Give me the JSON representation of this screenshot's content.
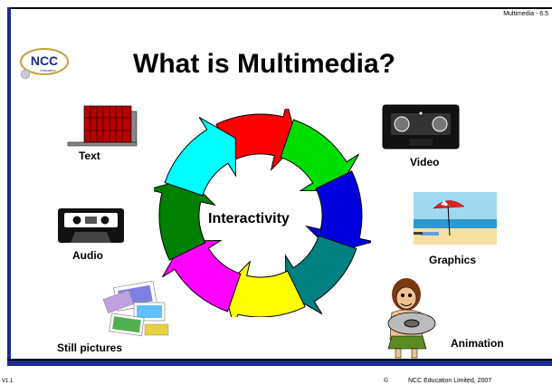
{
  "header": {
    "slide_ref": "Multimedia - 6.5"
  },
  "title": "What is Multimedia?",
  "logo": {
    "text": "NCC",
    "subtext": "education"
  },
  "center": "Interactivity",
  "items": {
    "text": "Text",
    "video": "Video",
    "audio": "Audio",
    "graphics": "Graphics",
    "still": "Still pictures",
    "animation": "Animation"
  },
  "footer": {
    "version": "V1.1",
    "copyright_symbol": "©",
    "copyright": "NCC Education Limited, 2007"
  },
  "colors": {
    "frame": "#1a2c8c",
    "arrows": [
      "#ff0000",
      "#00dd00",
      "#0000dd",
      "#008080",
      "#ffff00",
      "#ff00ff",
      "#008000",
      "#00ffff"
    ]
  }
}
